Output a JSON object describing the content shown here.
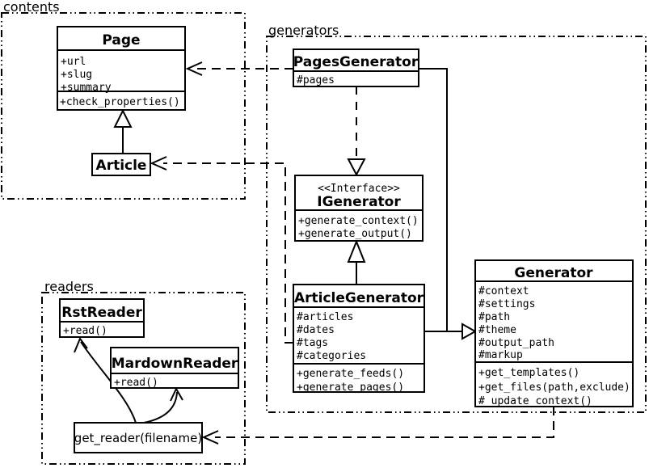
{
  "diagram": {
    "title": "UML class diagram of a static site generator (contents / generators / readers)",
    "colors": {
      "stroke": "#000000",
      "background": "#ffffff"
    },
    "packages": {
      "contents": {
        "label": "contents"
      },
      "generators": {
        "label": "generators"
      },
      "readers": {
        "label": "readers"
      }
    },
    "classes": {
      "page": {
        "name": "Page",
        "attrs": [
          "+url",
          "+slug",
          "+summary"
        ],
        "methods": [
          "+check_properties()"
        ]
      },
      "article": {
        "name": "Article"
      },
      "pages_generator": {
        "name": "PagesGenerator",
        "attrs": [
          "#pages"
        ]
      },
      "igenerator": {
        "stereotype": "<<Interface>>",
        "name": "IGenerator",
        "methods": [
          "+generate_context()",
          "+generate_output()"
        ]
      },
      "article_generator": {
        "name": "ArticleGenerator",
        "attrs": [
          "#articles",
          "#dates",
          "#tags",
          "#categories"
        ],
        "methods": [
          "+generate_feeds()",
          "+generate_pages()"
        ]
      },
      "generator": {
        "name": "Generator",
        "attrs": [
          "#context",
          "#settings",
          "#path",
          "#theme",
          "#output_path",
          "#markup"
        ],
        "methods": [
          "+get_templates()",
          "+get_files(path,exclude)",
          "#_update_context()"
        ]
      },
      "rst_reader": {
        "name": "RstReader",
        "methods": [
          "+read()"
        ]
      },
      "mardown_reader": {
        "name": "MardownReader",
        "methods": [
          "+read()"
        ]
      },
      "get_reader": {
        "name": "get_reader(filename)"
      }
    },
    "relations": [
      {
        "from": "Article",
        "to": "Page",
        "type": "generalization"
      },
      {
        "from": "PagesGenerator",
        "to": "IGenerator",
        "type": "realization"
      },
      {
        "from": "ArticleGenerator",
        "to": "IGenerator",
        "type": "generalization"
      },
      {
        "from": "PagesGenerator",
        "to": "Generator",
        "type": "generalization"
      },
      {
        "from": "ArticleGenerator",
        "to": "Generator",
        "type": "generalization"
      },
      {
        "from": "PagesGenerator",
        "to": "Page",
        "type": "dependency"
      },
      {
        "from": "ArticleGenerator",
        "to": "Article",
        "type": "dependency"
      },
      {
        "from": "Generator",
        "to": "get_reader(filename)",
        "type": "dependency"
      },
      {
        "from": "get_reader(filename)",
        "to": "RstReader",
        "type": "call"
      },
      {
        "from": "get_reader(filename)",
        "to": "MardownReader",
        "type": "call"
      }
    ]
  }
}
